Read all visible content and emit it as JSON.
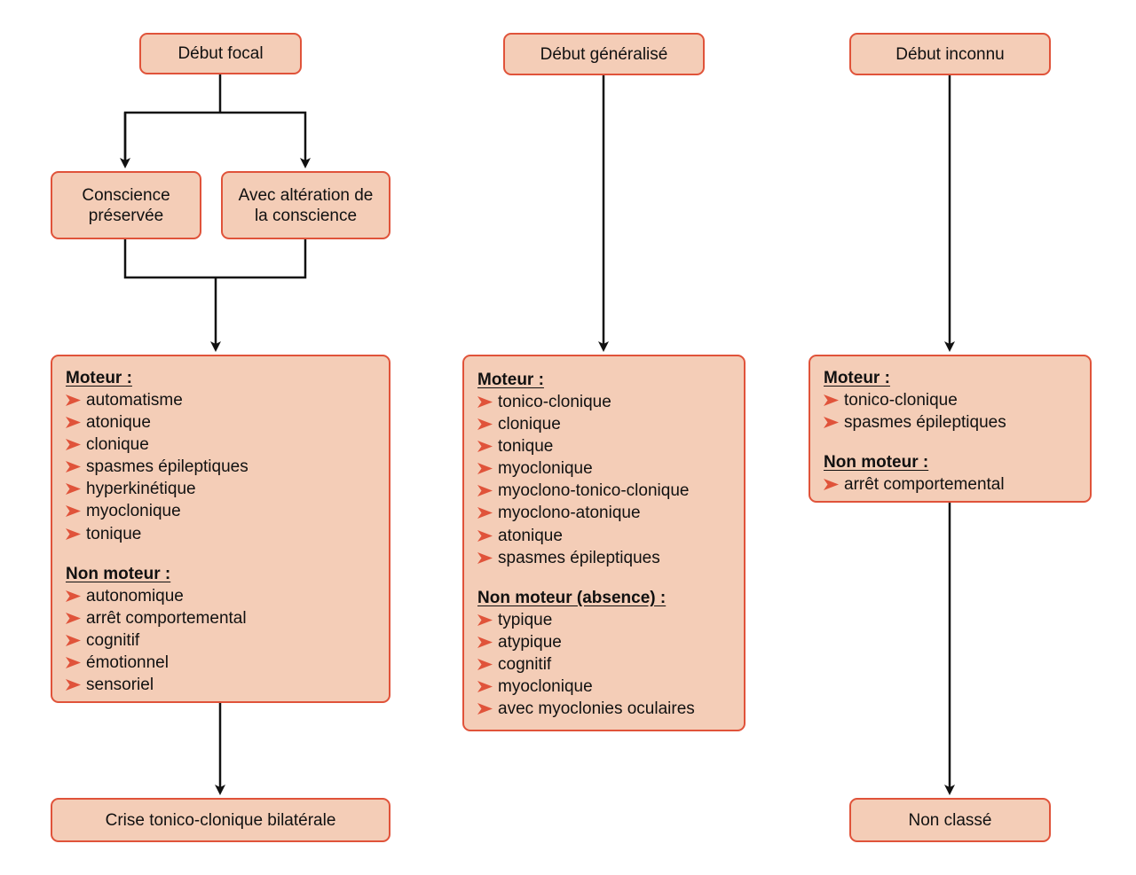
{
  "colors": {
    "box_fill": "#f4cdb7",
    "box_border": "#e0533a",
    "bullet": "#e0533a",
    "connector": "#111111"
  },
  "onsets": {
    "focal": {
      "title": "Début focal",
      "awareness_preserved": "Conscience préservée",
      "awareness_impaired": "Avec altération de la conscience",
      "motor": {
        "title": "Moteur :",
        "items": [
          "automatisme",
          "atonique",
          "clonique",
          "spasmes épileptiques",
          "hyperkinétique",
          "myoclonique",
          "tonique"
        ]
      },
      "non_motor": {
        "title": "Non moteur :",
        "items": [
          "autonomique",
          "arrêt comportemental",
          "cognitif",
          "émotionnel",
          "sensoriel"
        ]
      },
      "outcome": "Crise tonico-clonique bilatérale"
    },
    "generalized": {
      "title": "Début généralisé",
      "motor": {
        "title": "Moteur :",
        "items": [
          "tonico-clonique",
          "clonique",
          "tonique",
          "myoclonique",
          "myoclono-tonico-clonique",
          "myoclono-atonique",
          "atonique",
          "spasmes épileptiques"
        ]
      },
      "non_motor": {
        "title": "Non moteur (absence) :",
        "items": [
          "typique",
          "atypique",
          "cognitif",
          "myoclonique",
          "avec myoclonies oculaires"
        ]
      }
    },
    "unknown": {
      "title": "Début inconnu",
      "motor": {
        "title": "Moteur :",
        "items": [
          "tonico-clonique",
          "spasmes épileptiques"
        ]
      },
      "non_motor": {
        "title": "Non moteur :",
        "items": [
          "arrêt comportemental"
        ]
      },
      "outcome": "Non classé"
    }
  }
}
